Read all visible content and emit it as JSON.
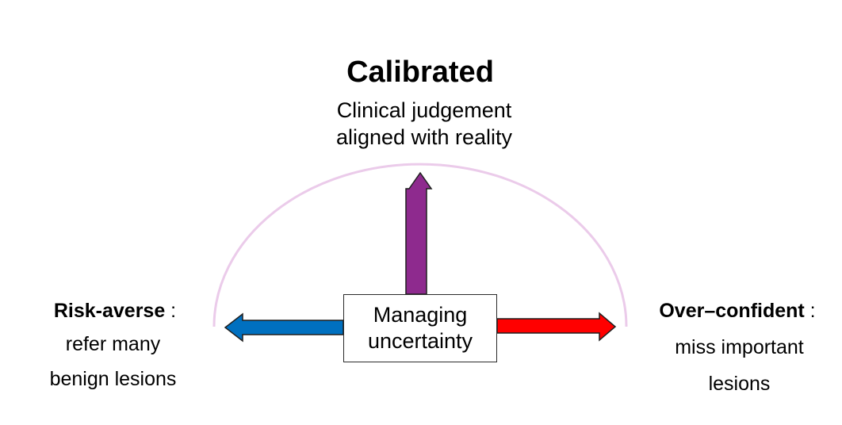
{
  "title": "Calibrated",
  "subtitle": [
    "Clinical judgement",
    "aligned with reality"
  ],
  "center": {
    "lines": [
      "Managing",
      "uncertainty"
    ]
  },
  "left": {
    "heading": "Risk-averse",
    "separator": " :",
    "lines": [
      "refer many",
      "benign lesions"
    ]
  },
  "right": {
    "heading": "Over–confident",
    "separator": " :",
    "lines": [
      "miss important",
      "lesions"
    ]
  },
  "colors": {
    "arc": "#ebcbea",
    "up_arrow": "#8e2a8e",
    "left_arrow": "#0070c0",
    "right_arrow": "#ff0000",
    "arrow_outline": "#1f1f1f"
  }
}
